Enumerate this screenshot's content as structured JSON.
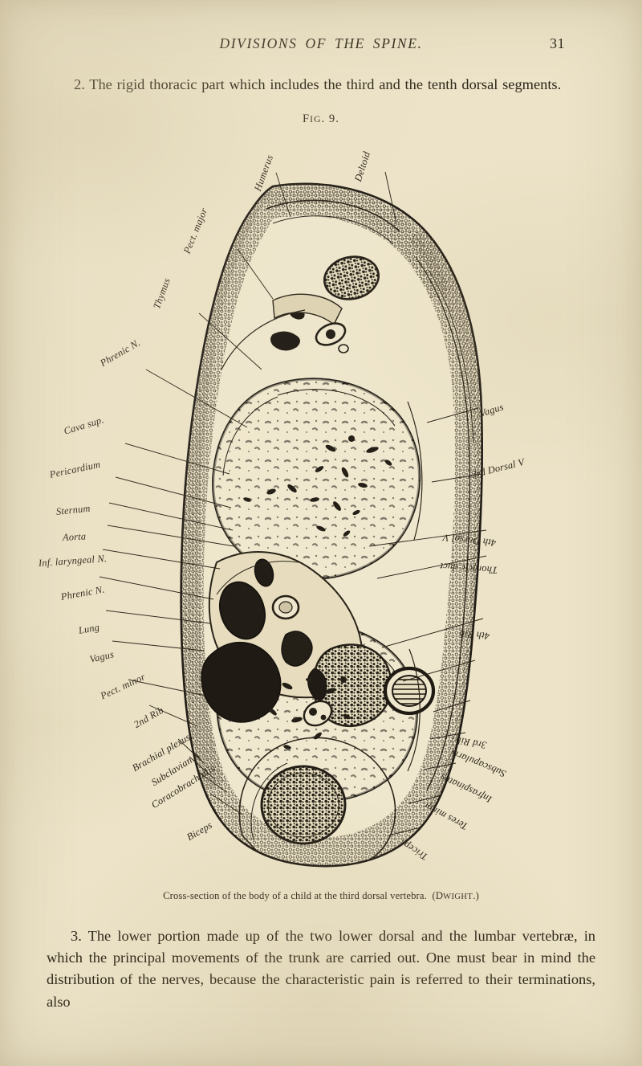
{
  "page": {
    "running_head": "DIVISIONS OF THE SPINE.",
    "folio": "31"
  },
  "paragraphs": {
    "top": "2. The rigid thoracic part which includes the third and the tenth dorsal segments.",
    "bottom": "3. The lower portion made up of the two lower dorsal and the lumbar vertebræ, in which the principal movements of the trunk are carried out. One must bear in mind the distribution of the nerves, because the characteristic pain is referred to their terminations, also"
  },
  "figure": {
    "number_prefix": "F",
    "number_rest": "IG",
    "number_value": ". 9.",
    "caption_main": "Cross-section of the body of a child at the third dorsal vertebra.",
    "caption_credit_prefix": "(D",
    "caption_credit_rest": "WIGHT",
    "caption_credit_suffix": ".)",
    "labels_left": [
      {
        "id": "humerus",
        "text": "Humerus"
      },
      {
        "id": "pect-major",
        "text": "Pect. major"
      },
      {
        "id": "thymus",
        "text": "Thymus"
      },
      {
        "id": "phrenic-n-upper",
        "text": "Phrenic N."
      },
      {
        "id": "cava-sup",
        "text": "Cava sup."
      },
      {
        "id": "pericardium",
        "text": "Pericardium"
      },
      {
        "id": "sternum",
        "text": "Sternum"
      },
      {
        "id": "aorta",
        "text": "Aorta"
      },
      {
        "id": "inf-laryngeal-n",
        "text": "Inf. laryngeal N."
      },
      {
        "id": "phrenic-n",
        "text": "Phrenic N."
      },
      {
        "id": "lung",
        "text": "Lung"
      },
      {
        "id": "vagus-left",
        "text": "Vagus"
      },
      {
        "id": "pect-minor",
        "text": "Pect. minor"
      },
      {
        "id": "second-rib",
        "text": "2nd Rib"
      },
      {
        "id": "brachial-plexus",
        "text": "Brachial plexus"
      },
      {
        "id": "subclavian-a",
        "text": "Subclavian A"
      },
      {
        "id": "coracobrachialis",
        "text": "Coracobrachialis"
      },
      {
        "id": "biceps",
        "text": "Biceps"
      }
    ],
    "labels_right": [
      {
        "id": "deltoid",
        "text": "Deltoid"
      },
      {
        "id": "vagus-right",
        "text": "Vagus"
      },
      {
        "id": "third-dorsal-v",
        "text": "3rd Dorsal V"
      },
      {
        "id": "fourth-dorsal-v",
        "text": "4th Dorsal V"
      },
      {
        "id": "thoracic-duct",
        "text": "Thoracic duct"
      },
      {
        "id": "fourth-rib",
        "text": "4th Rib"
      },
      {
        "id": "third-rib",
        "text": "3rd Rib"
      },
      {
        "id": "subscapularis",
        "text": "Subscapularis"
      },
      {
        "id": "infraspinatus",
        "text": "Infraspinatus"
      },
      {
        "id": "teres-minor",
        "text": "Teres minor"
      },
      {
        "id": "triceps",
        "text": "Triceps"
      }
    ]
  },
  "colors": {
    "paper": "#ece3c8",
    "ink": "#25201a",
    "text": "#2d2618"
  }
}
